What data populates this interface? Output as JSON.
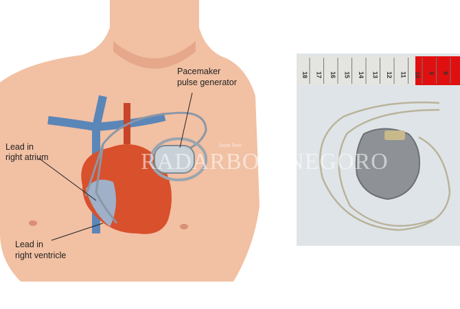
{
  "illustration": {
    "labels": {
      "generator": [
        "Pacemaker",
        "pulse generator"
      ],
      "atrium_lead": [
        "Lead in",
        "right atrium"
      ],
      "ventricle_lead": [
        "Lead in",
        "right ventricle"
      ]
    },
    "artist_credit": "Jason Pow",
    "watermark": "RADARBOJONEGORO"
  },
  "photo": {
    "ruler_numbers": [
      "18",
      "17",
      "16",
      "15",
      "14",
      "13",
      "12",
      "11",
      "10",
      "9",
      "8"
    ],
    "ruler_red_from": "10"
  },
  "colors": {
    "skin": "#f2c0a3",
    "heart": "#d9502c",
    "vein": "#5b86b8",
    "ruler_red": "#e01010",
    "photo_bg": "#dfe4e8"
  }
}
